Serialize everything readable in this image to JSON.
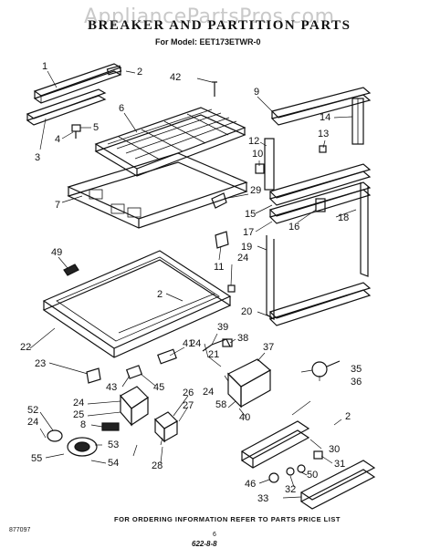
{
  "watermark": "AppliancePartsPros.com",
  "title": "BREAKER AND PARTITION PARTS",
  "model_line": "For Model: EET173ETWR-0",
  "footer": "FOR ORDERING INFORMATION REFER TO PARTS PRICE LIST",
  "doc_number": "877097",
  "page_number": "6",
  "bottom_code": "622-8-8",
  "callouts": [
    "1",
    "2",
    "3",
    "4",
    "5",
    "6",
    "7",
    "9",
    "10",
    "11",
    "12",
    "13",
    "14",
    "15",
    "16",
    "17",
    "18",
    "19",
    "2",
    "20",
    "21",
    "22",
    "23",
    "24",
    "24",
    "24",
    "24",
    "24",
    "25",
    "26",
    "27",
    "28",
    "29",
    "2",
    "30",
    "31",
    "32",
    "33",
    "35",
    "36",
    "37",
    "38",
    "39",
    "40",
    "41",
    "42",
    "43",
    "45",
    "46",
    "49",
    "50",
    "8",
    "52",
    "53",
    "54",
    "55",
    "58"
  ]
}
